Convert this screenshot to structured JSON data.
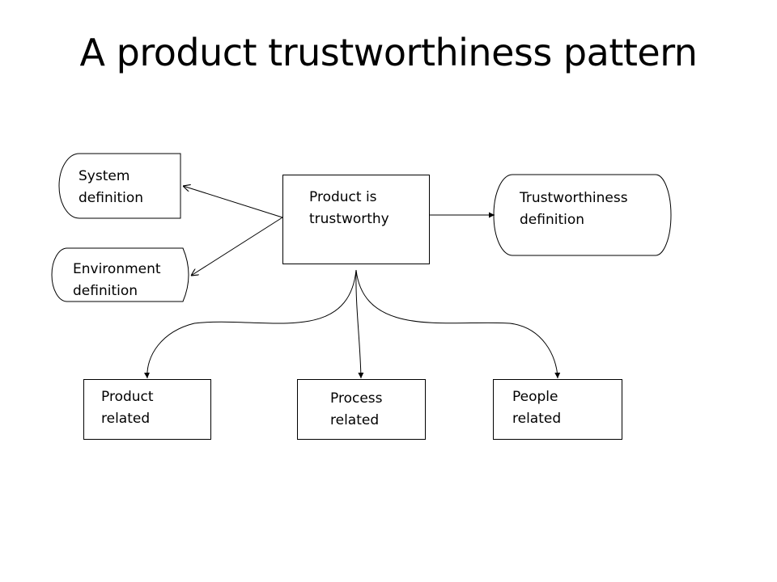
{
  "title": "A product trustworthiness pattern",
  "nodes": {
    "center": {
      "line1": "Product is",
      "line2": "trustworthy"
    },
    "system": {
      "line1": "System",
      "line2": "definition"
    },
    "environment": {
      "line1": "Environment",
      "line2": "definition"
    },
    "trustworthiness": {
      "line1": "Trustworthiness",
      "line2": "definition"
    },
    "product": {
      "line1": "Product",
      "line2": "related"
    },
    "process": {
      "line1": "Process",
      "line2": "related"
    },
    "people": {
      "line1": "People",
      "line2": "related"
    }
  },
  "colors": {
    "stroke": "#000000",
    "fill": "#ffffff",
    "text": "#000000"
  }
}
